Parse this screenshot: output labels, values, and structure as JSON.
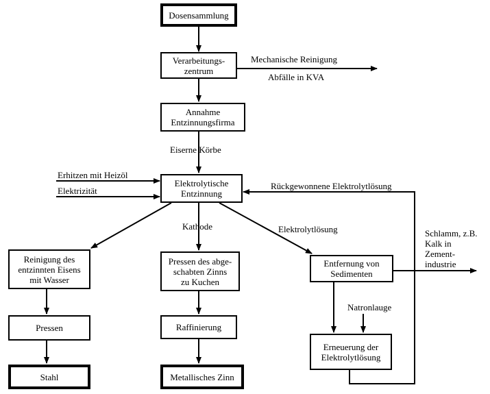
{
  "nodes": {
    "dosensammlung": "Dosensammlung",
    "verarbeitung": "Verarbeitungs-\nzentrum",
    "annahme": "Annahme\nEntzinnungsfirma",
    "elektrolytisch": "Elektrolytische\nEntzinnung",
    "reinigung": "Reinigung des\nentzinnten Eisens\nmit Wasser",
    "pressen_zinn": "Pressen des abge-\nschabten Zinns\nzu Kuchen",
    "entfernung": "Entfernung von\nSedimenten",
    "pressen": "Pressen",
    "raffinierung": "Raffinierung",
    "erneuerung": "Erneuerung der\nElektrolytlösung",
    "stahl": "Stahl",
    "metallisches_zinn": "Metallisches Zinn"
  },
  "labels": {
    "mechanische_reinigung": "Mechanische Reinigung",
    "abfaelle": "Abfälle in KVA",
    "eiserne_koerbe": "Eiserne Körbe",
    "erhitzen": "Erhitzen mit Heizöl",
    "elektrizitaet": "Elektrizität",
    "rueckgewonnene": "Rückgewonnene Elektrolytlösung",
    "kathode": "Kathode",
    "elektrolytloesung": "Elektrolytlösung",
    "schlamm": "Schlamm, z.B.\nKalk in\nZement-\nindustrie",
    "natronlauge": "Natronlauge"
  }
}
